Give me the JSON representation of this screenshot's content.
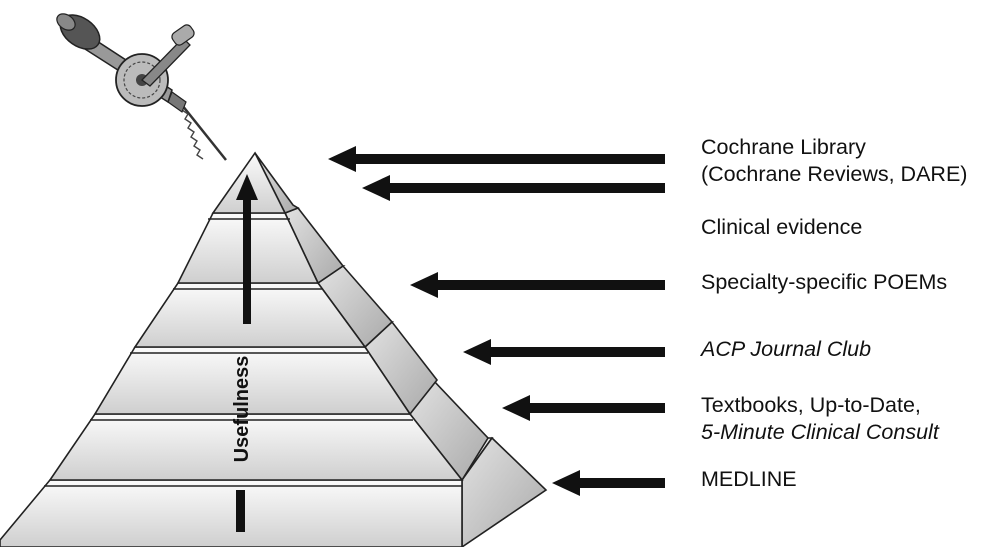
{
  "diagram": {
    "axis_label": "Usefulness",
    "levels": [
      {
        "lines": [
          "Cochrane Library",
          "(Cochrane Reviews, DARE)"
        ],
        "italic": [
          false,
          false
        ]
      },
      {
        "lines": [
          "Clinical evidence"
        ],
        "italic": [
          false
        ]
      },
      {
        "lines": [
          "Specialty-specific POEMs"
        ],
        "italic": [
          false
        ]
      },
      {
        "lines": [
          "ACP Journal Club"
        ],
        "italic": [
          true
        ]
      },
      {
        "lines": [
          "Textbooks, Up-to-Date,",
          "5-Minute Clinical Consult"
        ],
        "italic": [
          false,
          true
        ]
      },
      {
        "lines": [
          "MEDLINE"
        ],
        "italic": [
          false
        ]
      }
    ],
    "icons": [
      "hand-drill-icon",
      "arrow-left-icon",
      "arrow-up-icon"
    ],
    "colors": {
      "ink": "#111111",
      "face_light": "#f4f4f4",
      "face_dark": "#c9c9c9",
      "side": "#bdbdbd"
    }
  }
}
